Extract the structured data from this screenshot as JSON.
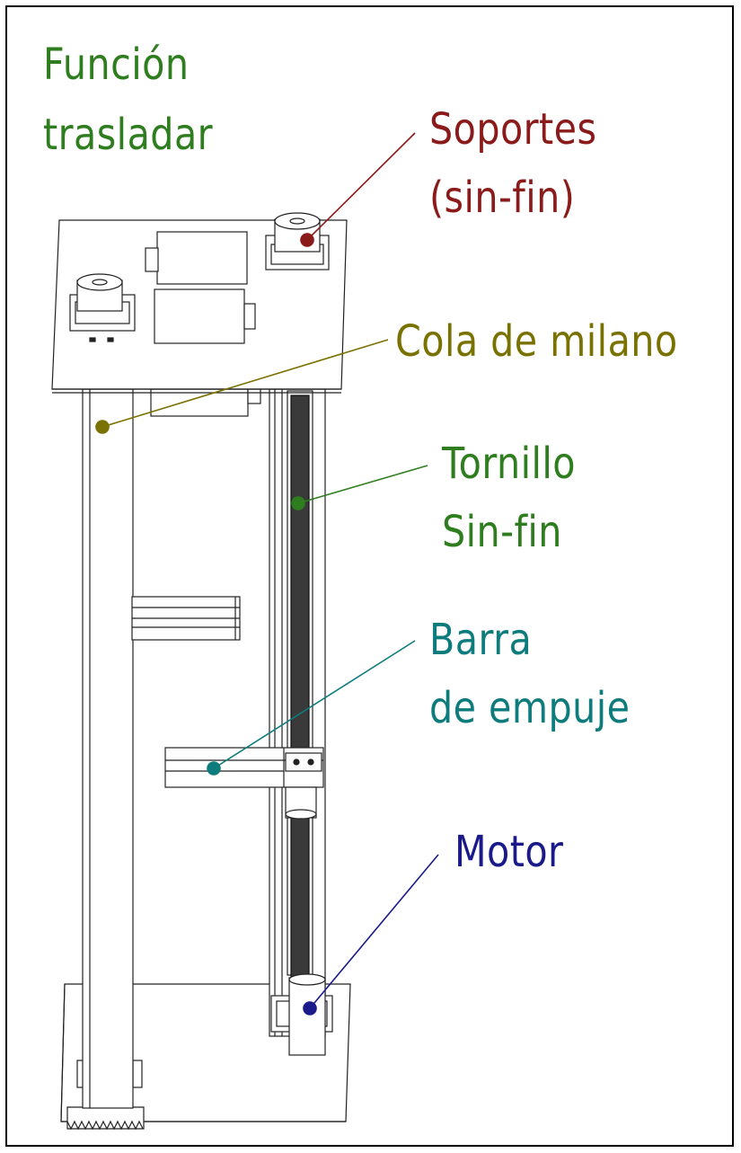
{
  "title": {
    "line1": "Función",
    "line2": "trasladar",
    "color": "#2e7d1e"
  },
  "labels": {
    "soportes": {
      "line1": "Soportes",
      "line2": "(sin-fin)",
      "color": "#8b1a1a"
    },
    "cola": {
      "line1": "Cola de milano",
      "color": "#7a7200"
    },
    "tornillo": {
      "line1": "Tornillo",
      "line2": "Sin-fin",
      "color": "#2e7d1e"
    },
    "barra": {
      "line1": "Barra",
      "line2": "de empuje",
      "color": "#0e7c7c"
    },
    "motor": {
      "line1": "Motor",
      "color": "#1a1a8a"
    }
  }
}
